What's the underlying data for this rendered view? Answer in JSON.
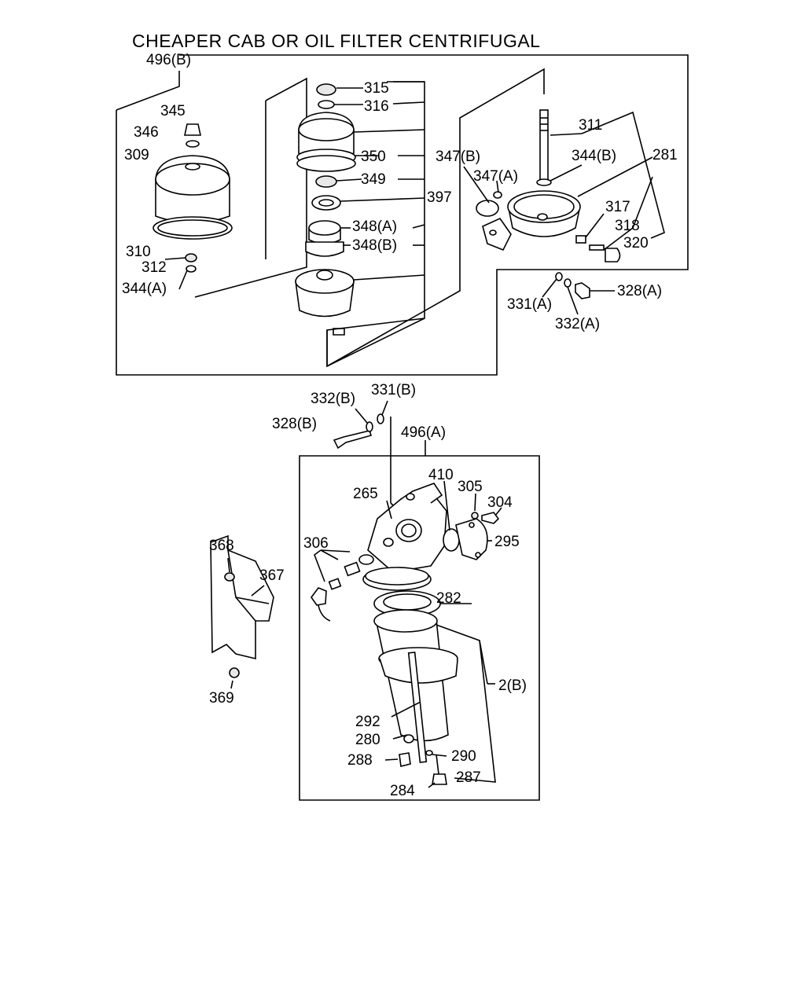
{
  "title": "CHEAPER CAB OR OIL FILTER CENTRIFUGAL",
  "assemblies": {
    "upper": "496(B)",
    "lower": "496(A)",
    "element": "2(B)"
  },
  "callouts": {
    "p345": "345",
    "p346": "346",
    "p309": "309",
    "p310": "310",
    "p312": "312",
    "p344a": "344(A)",
    "p315": "315",
    "p316": "316",
    "p350": "350",
    "p349": "349",
    "p397": "397",
    "p348a": "348(A)",
    "p348b": "348(B)",
    "p347b": "347(B)",
    "p347a": "347(A)",
    "p311": "311",
    "p344b": "344(B)",
    "p281": "281",
    "p317": "317",
    "p318": "318",
    "p320": "320",
    "p331a": "331(A)",
    "p328a": "328(A)",
    "p332a": "332(A)",
    "p332b": "332(B)",
    "p331b": "331(B)",
    "p328b": "328(B)",
    "p410": "410",
    "p305": "305",
    "p304": "304",
    "p265": "265",
    "p295": "295",
    "p306": "306",
    "p282": "282",
    "p368": "368",
    "p367": "367",
    "p369": "369",
    "p292": "292",
    "p280": "280",
    "p290": "290",
    "p288": "288",
    "p287": "287",
    "p284": "284"
  }
}
